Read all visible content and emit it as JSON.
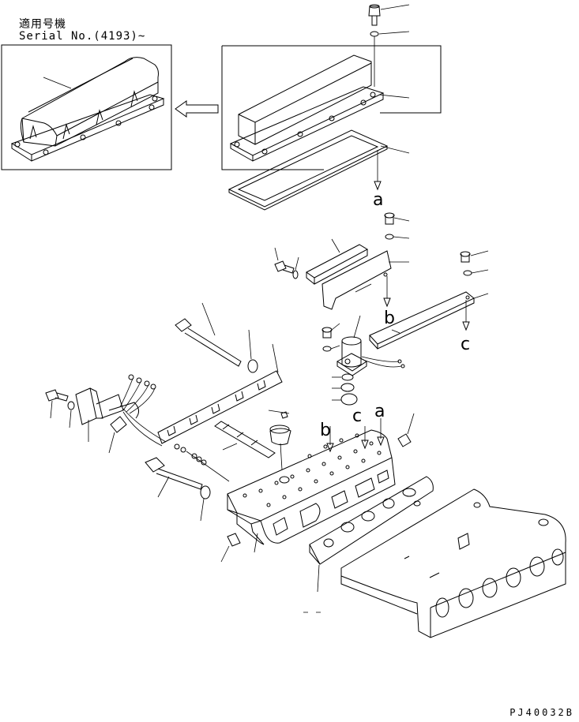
{
  "header": {
    "applicable_label": "適用号機",
    "serial_label": "Serial No.(4193)~"
  },
  "detail_letters": {
    "a_top": "a",
    "b_mid": "b",
    "c_right": "c",
    "b_body": "b",
    "c_body": "c",
    "a_body": "a"
  },
  "footer": {
    "drawing_code": "PJ40032B"
  }
}
